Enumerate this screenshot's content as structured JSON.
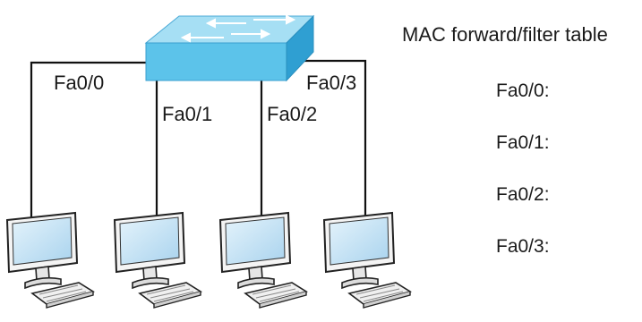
{
  "diagram": {
    "switch": {
      "top_color": "#9fdcf2",
      "front_color": "#5cc2e8",
      "side_color": "#2f9fd0",
      "arrow_color": "#ffffff"
    },
    "ports": [
      "Fa0/0",
      "Fa0/1",
      "Fa0/2",
      "Fa0/3"
    ],
    "computer_colors": {
      "screen": "#c9e6f7",
      "bezel": "#f2f2f2",
      "outline": "#222222"
    }
  },
  "table": {
    "title": "MAC forward/filter table",
    "rows": [
      "Fa0/0:",
      "Fa0/1:",
      "Fa0/2:",
      "Fa0/3:"
    ]
  }
}
